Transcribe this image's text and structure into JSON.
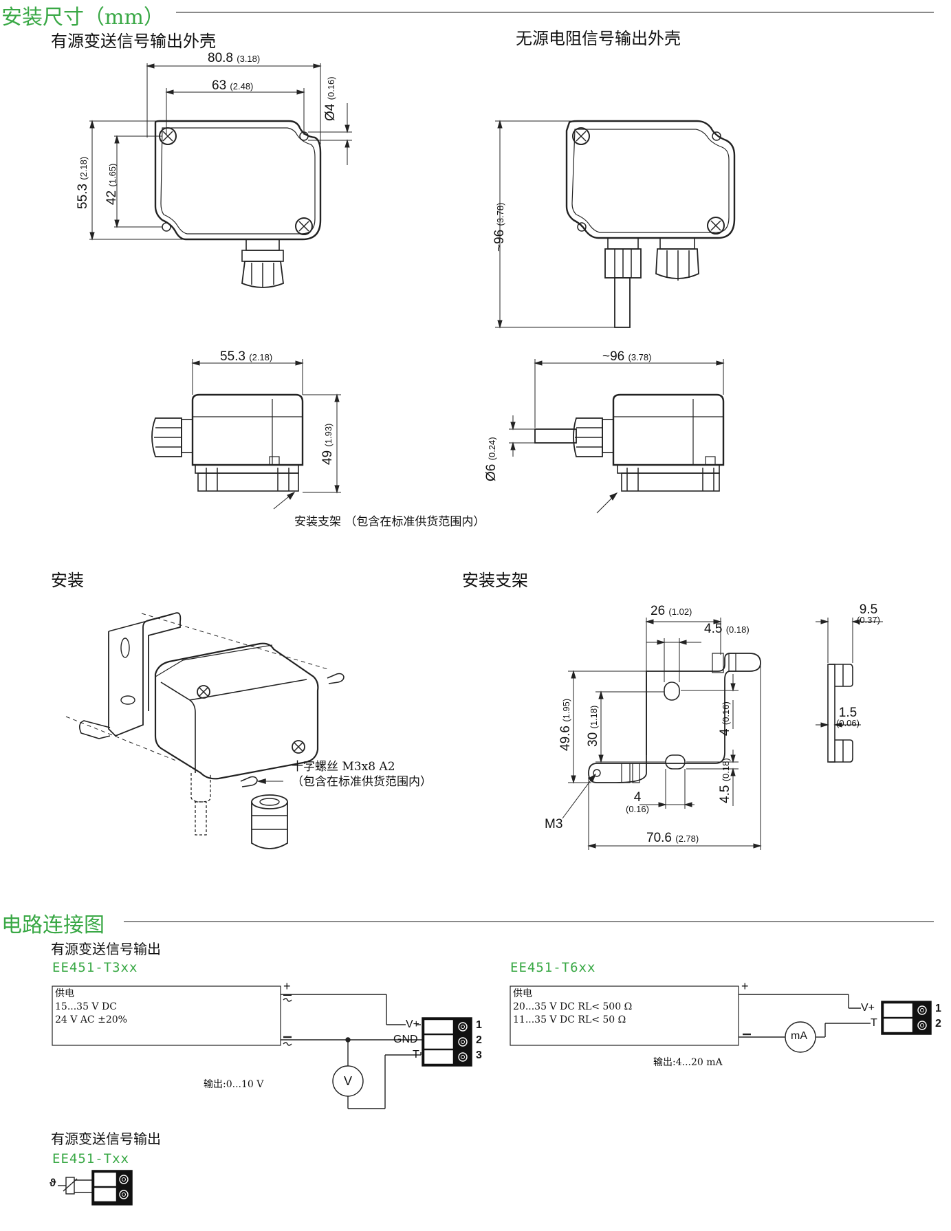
{
  "sections": {
    "dimensions_title": "安装尺寸（mm）",
    "circuit_title": "电路连接图"
  },
  "enclosures": {
    "active_title": "有源变送信号输出外壳",
    "passive_title": "无源电阻信号输出外壳"
  },
  "dims_top_left": {
    "width_outer": "80.8",
    "width_outer_in": "(3.18)",
    "width_inner": "63",
    "width_inner_in": "(2.48)",
    "hole": "Ø4",
    "hole_in": "(0.16)",
    "height_outer": "55.3",
    "height_outer_in": "(2.18)",
    "height_inner": "42",
    "height_inner_in": "(1.65)"
  },
  "dims_top_right": {
    "height": "~96",
    "height_in": "(3.78)"
  },
  "dims_side_left": {
    "width": "55.3",
    "width_in": "(2.18)",
    "height": "49",
    "height_in": "(1.93)"
  },
  "dims_side_right": {
    "width": "~96",
    "width_in": "(3.78)",
    "probe": "Ø6",
    "probe_in": "(0.24)"
  },
  "bracket_note": "安装支架 （包含在标准供货范围内）",
  "install": {
    "title": "安装",
    "screw_line1": "十字螺丝 M3x8 A2",
    "screw_line2": "（包含在标准供货范围内）"
  },
  "bracket": {
    "title": "安装支架",
    "w26": "26",
    "w26_in": "(1.02)",
    "w45": "4.5",
    "w45_in": "(0.18)",
    "h496": "49.6",
    "h496_in": "(1.95)",
    "h30": "30",
    "h30_in": "(1.18)",
    "h4": "4",
    "h4_in": "(0.16)",
    "h45": "4.5",
    "h45_in": "(0.18)",
    "w4": "4",
    "w4_in": "(0.16)",
    "w706": "70.6",
    "w706_in": "(2.78)",
    "m3": "M3",
    "t95": "9.5",
    "t95_in": "(0.37)",
    "t15": "1.5",
    "t15_in": "(0.06)"
  },
  "circuit": {
    "active_label": "有源变送信号输出",
    "t3": {
      "model": "EE451-T3xx",
      "supply_label": "供电",
      "supply_line1": "15...35 V DC",
      "supply_line2": "24 V AC ±20%",
      "output": "输出:0...10 V",
      "terminals": [
        "V+",
        "GND",
        "T"
      ],
      "numbers": [
        "1",
        "2",
        "3"
      ],
      "meter": "V"
    },
    "t6": {
      "model": "EE451-T6xx",
      "supply_label": "供电",
      "supply_line1": "20...35 V DC RL< 500 Ω",
      "supply_line2": "11...35 V DC RL< 50 Ω",
      "output": "输出:4...20 mA",
      "terminals": [
        "V+",
        "T"
      ],
      "numbers": [
        "1",
        "2"
      ],
      "meter": "mA"
    },
    "passive_label": "有源变送信号输出",
    "txx": {
      "model": "EE451-Txx",
      "symbol": "ϑ"
    }
  }
}
